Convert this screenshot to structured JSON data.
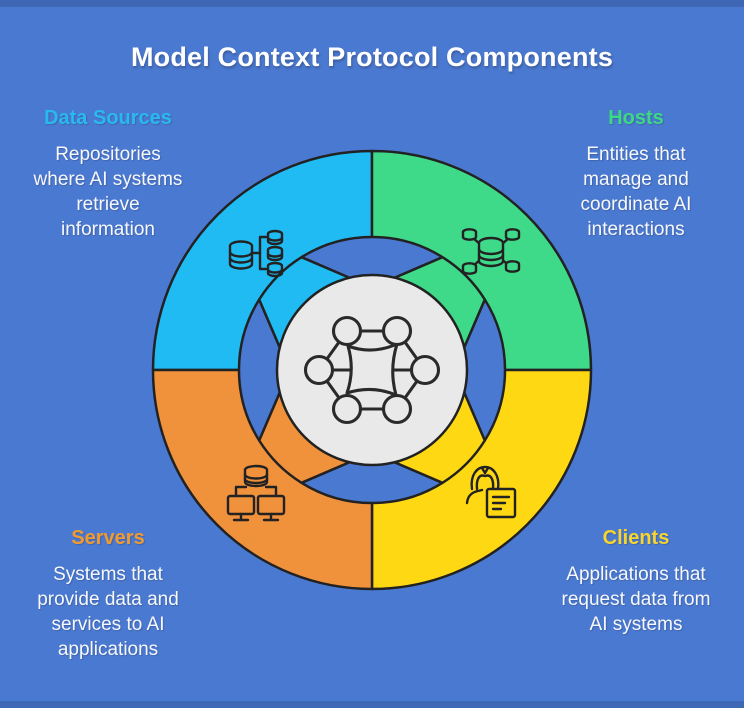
{
  "title": "Model Context Protocol Components",
  "colors": {
    "background": "#4a79d1",
    "stroke": "#222222",
    "center_circle": "#e9e9e9",
    "text": "#ffffff"
  },
  "quadrants": [
    {
      "id": "data-sources",
      "label": "Data Sources",
      "label_color": "#2ab8f0",
      "fill": "#20bbf3",
      "icon": "database-tree-icon",
      "desc_lines": [
        "Repositories",
        "where AI systems",
        "retrieve",
        "information"
      ]
    },
    {
      "id": "hosts",
      "label": "Hosts",
      "label_color": "#3dd884",
      "fill": "#3fd98a",
      "icon": "distributed-database-icon",
      "desc_lines": [
        "Entities that",
        "manage and",
        "coordinate AI",
        "interactions"
      ]
    },
    {
      "id": "servers",
      "label": "Servers",
      "label_color": "#f19a30",
      "fill": "#f0913b",
      "icon": "server-monitors-icon",
      "desc_lines": [
        "Systems that",
        "provide data and",
        "services to AI",
        "applications"
      ]
    },
    {
      "id": "clients",
      "label": "Clients",
      "label_color": "#f6d52e",
      "fill": "#ffd814",
      "icon": "user-document-icon",
      "desc_lines": [
        "Applications that",
        "request data from",
        "AI systems"
      ]
    }
  ],
  "center": {
    "icon": "network-hub-icon",
    "fill": "#e9e9e9"
  }
}
